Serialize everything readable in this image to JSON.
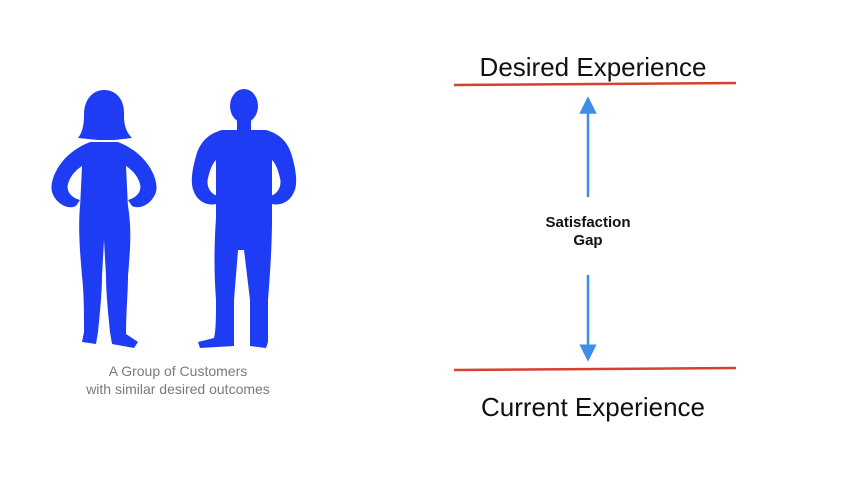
{
  "left": {
    "caption_line1": "A Group of Customers",
    "caption_line2": "with similar desired outcomes",
    "figure_color": "#1f3cf5",
    "icons": [
      "woman-silhouette-icon",
      "man-silhouette-icon"
    ]
  },
  "right": {
    "desired_label": "Desired Experience",
    "current_label": "Current Experience",
    "gap_line1": "Satisfaction",
    "gap_line2": "Gap",
    "line_color": "#d6402f",
    "arrow_color": "#3d8ee6"
  }
}
